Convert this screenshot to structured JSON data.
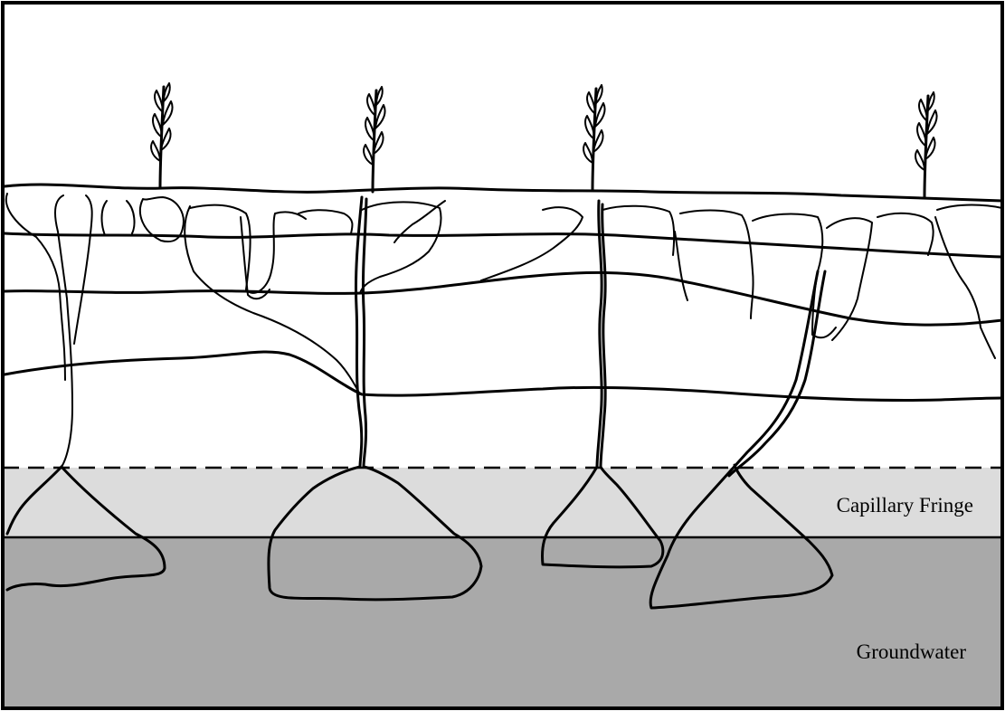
{
  "diagram": {
    "zones": [
      {
        "id": "capillary_fringe",
        "label": "Capillary Fringe",
        "color": "#dcdcdc"
      },
      {
        "id": "groundwater",
        "label": "Groundwater",
        "color": "#a9a9a9"
      }
    ],
    "plant_count": 4,
    "soil_layer_count": 4,
    "frame_color": "#000000",
    "background_color": "#ffffff"
  }
}
